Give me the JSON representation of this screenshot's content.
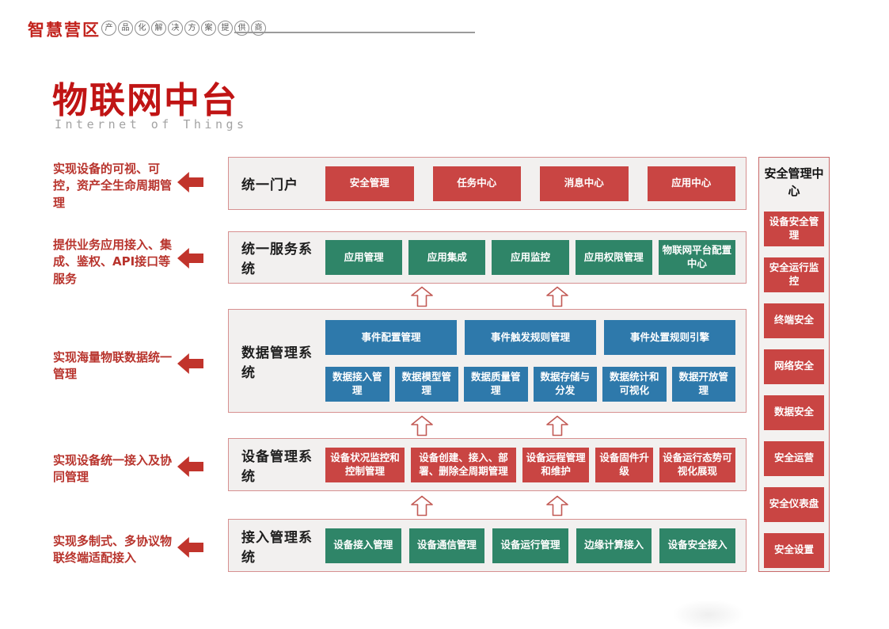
{
  "brand": {
    "logo": "智慧营区",
    "badge_chars": [
      "产",
      "品",
      "化",
      "解",
      "决",
      "方",
      "案",
      "提",
      "供",
      "商"
    ]
  },
  "title": "物联网中台",
  "subtitle": "Internet of Things",
  "annotations": [
    {
      "text": "实现设备的可视、可控，资产全生命周期管理"
    },
    {
      "text": "提供业务应用接入、集成、鉴权、API接口等服务"
    },
    {
      "text": "实现海量物联数据统一管理"
    },
    {
      "text": "实现设备统一接入及协同管理"
    },
    {
      "text": "实现多制式、多协议物联终端适配接入"
    }
  ],
  "rows": [
    {
      "label": "统一门户",
      "color": "red",
      "items": [
        "安全管理",
        "任务中心",
        "消息中心",
        "应用中心"
      ]
    },
    {
      "label": "统一服务系统",
      "color": "green",
      "items": [
        "应用管理",
        "应用集成",
        "应用监控",
        "应用权限管理",
        "物联网平台配置中心"
      ]
    },
    {
      "label": "数据管理系统",
      "color": "blue",
      "top_items": [
        "事件配置管理",
        "事件触发规则管理",
        "事件处置规则引擎"
      ],
      "bottom_items": [
        "数据接入管理",
        "数据模型管理",
        "数据质量管理",
        "数据存储与分发",
        "数据统计和可视化",
        "数据开放管理"
      ]
    },
    {
      "label": "设备管理系统",
      "color": "red",
      "items": [
        "设备状况监控和控制管理",
        "设备创建、接入、部署、删除全周期管理",
        "设备远程管理和维护",
        "设备固件升级",
        "设备运行态势可视化展现"
      ]
    },
    {
      "label": "接入管理系统",
      "color": "green",
      "items": [
        "设备接入管理",
        "设备通信管理",
        "设备运行管理",
        "边缘计算接入",
        "设备安全接入"
      ]
    }
  ],
  "security_center": {
    "title": "安全管理中心",
    "items": [
      "设备安全管理",
      "安全运行监控",
      "终端安全",
      "网络安全",
      "数据安全",
      "安全运营",
      "安全仪表盘",
      "安全设置"
    ]
  },
  "colors": {
    "title_red": "#c01414",
    "button_red": "#c94543",
    "button_green": "#2f8568",
    "button_blue": "#2e79ab",
    "annotation_red": "#b8342d",
    "panel_border": "#d79090",
    "panel_bg": "#f2f0ef"
  }
}
